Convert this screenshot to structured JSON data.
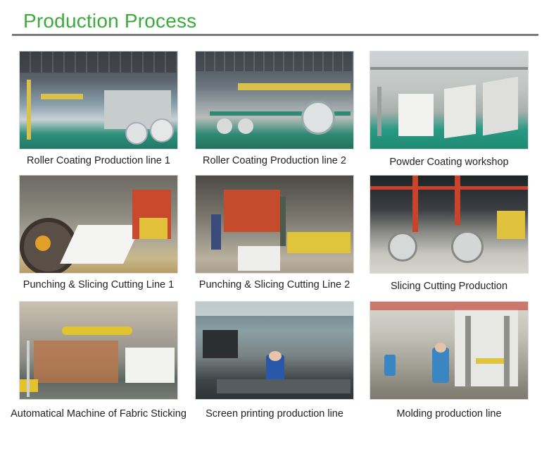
{
  "section": {
    "title": "Production Process"
  },
  "items": [
    {
      "caption": "Roller Coating Production line 1"
    },
    {
      "caption": "Roller Coating Production line 2"
    },
    {
      "caption": "Powder Coating workshop"
    },
    {
      "caption": "Punching & Slicing Cutting Line 1"
    },
    {
      "caption": "Punching & Slicing Cutting Line 2"
    },
    {
      "caption": "Slicing Cutting Production"
    },
    {
      "caption": "Automatical Machine of Fabric Sticking"
    },
    {
      "caption": "Screen printing production line"
    },
    {
      "caption": "Molding production line"
    }
  ],
  "colors": {
    "title": "#3daa3d",
    "rule": "#7a7a7a",
    "caption": "#222222"
  }
}
